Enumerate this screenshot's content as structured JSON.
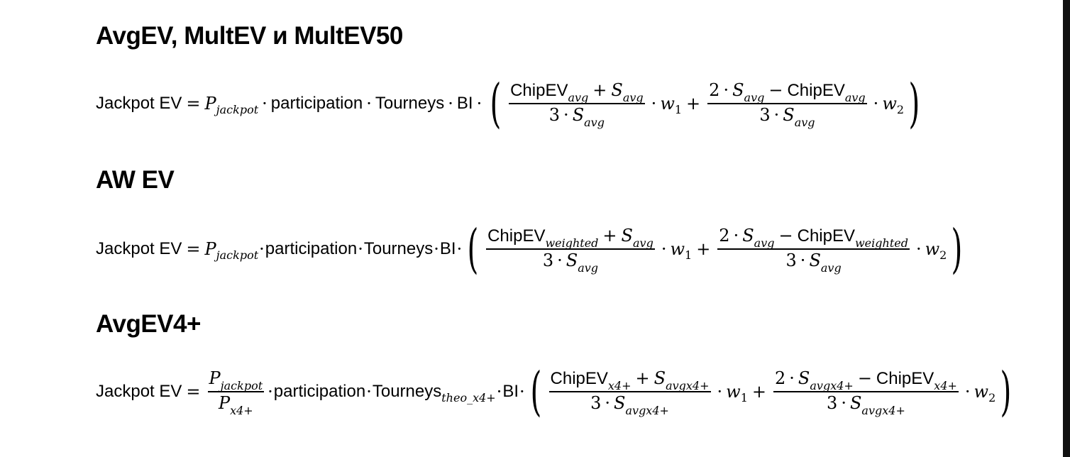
{
  "sections": [
    {
      "heading": "AvgEV, MultEV и MultEV50",
      "lhs": "Jackpot EV",
      "eq": "=",
      "p_sym": "P",
      "p_sub": "jackpot",
      "participation": "participation",
      "tourneys": "Tourneys",
      "bi": "BI",
      "chip": "ChipEV",
      "chip_sub": "avg",
      "s_sym": "S",
      "s_sub": "avg",
      "three": "3",
      "two": "2",
      "w": "w",
      "w1": "1",
      "w2": "2"
    },
    {
      "heading": "AW EV",
      "lhs": "Jackpot EV",
      "eq": "=",
      "p_sym": "P",
      "p_sub": "jackpot",
      "participation": "participation",
      "tourneys": "Tourneys",
      "bi": "BI",
      "chip": "ChipEV",
      "chip_sub": "weighted",
      "s_sym": "S",
      "s_sub": "avg",
      "three": "3",
      "two": "2",
      "w": "w",
      "w1": "1",
      "w2": "2"
    },
    {
      "heading": "AvgEV4+",
      "lhs": "Jackpot EV",
      "eq": "=",
      "p_sym": "P",
      "p_sub": "jackpot",
      "p_den_sub": "x4+",
      "participation": "participation",
      "tourneys": "Tourneys",
      "tourneys_sub": "theo_x4+",
      "bi": "BI",
      "chip": "ChipEV",
      "chip_sub": "x4+",
      "s_sym": "S",
      "s_sub": "avgx4+",
      "three": "3",
      "two": "2",
      "w": "w",
      "w1": "1",
      "w2": "2"
    }
  ],
  "symbols": {
    "plus": "+",
    "minus": "−",
    "cdot": "·",
    "lparen": "(",
    "rparen": ")"
  }
}
